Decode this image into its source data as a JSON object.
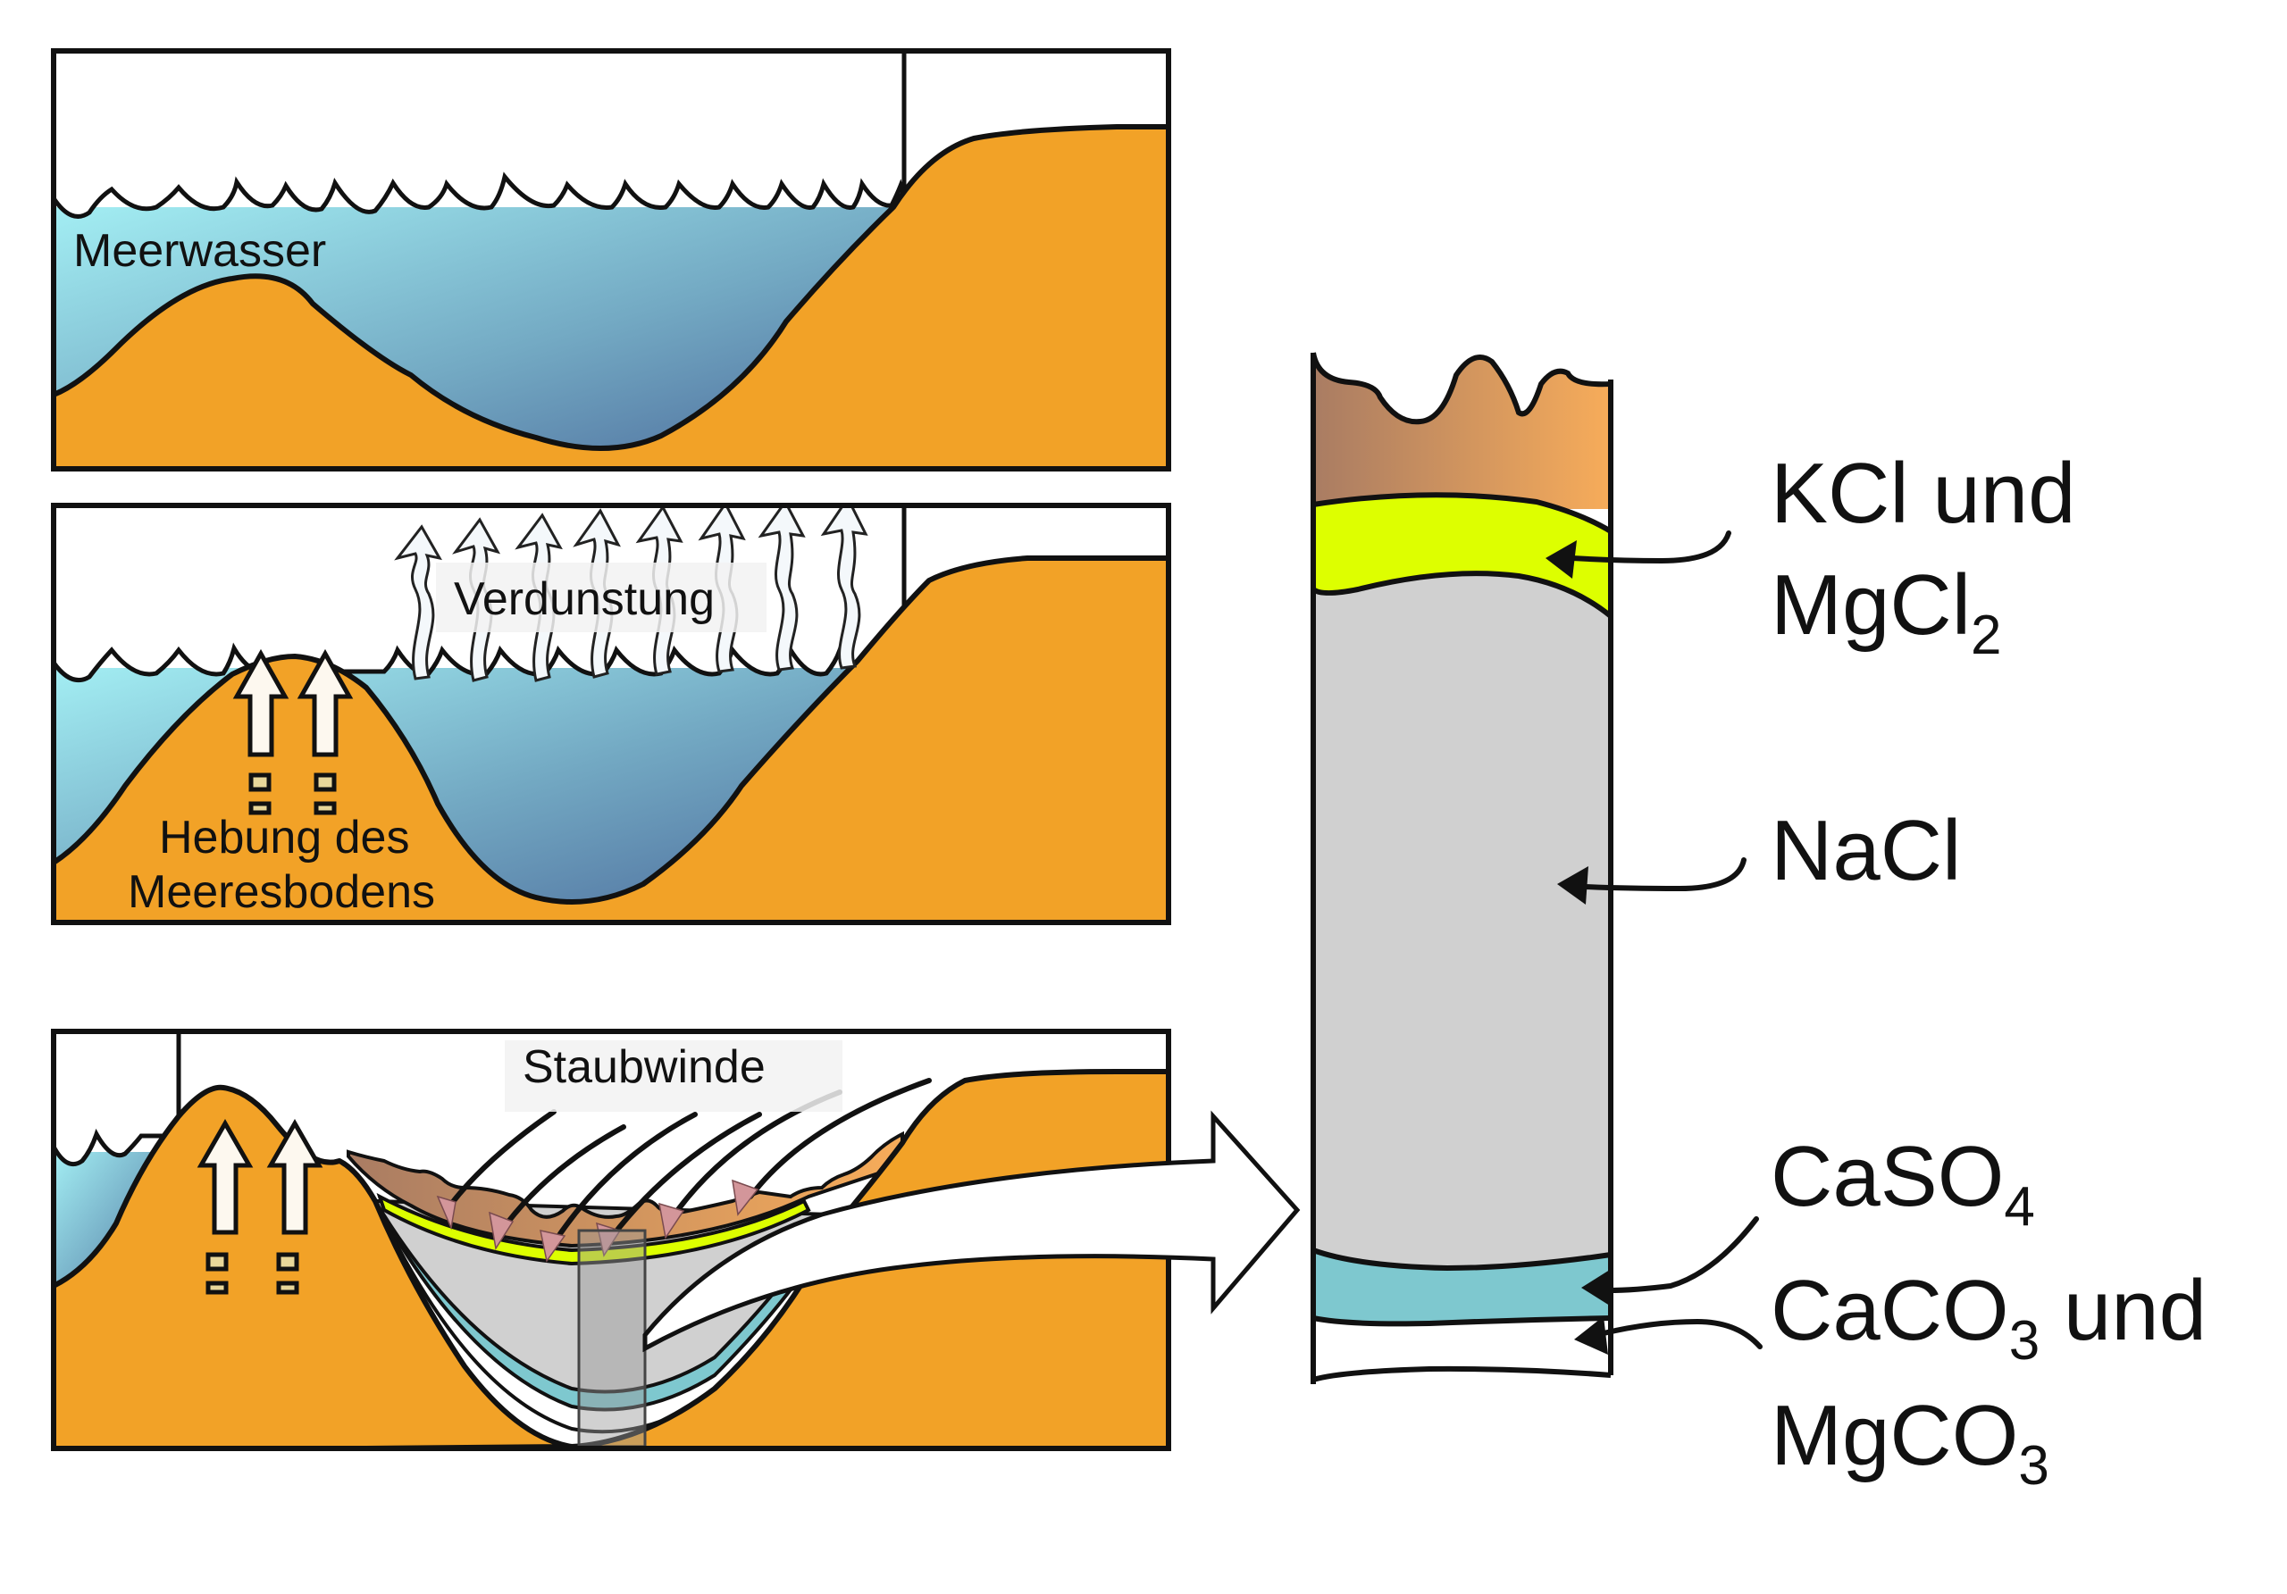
{
  "figure": {
    "title_hidden": "Entstehung von Salzlagerstätten",
    "panels": [
      {
        "id": "panel-1",
        "labels": {
          "water": "Meerwasser"
        }
      },
      {
        "id": "panel-2",
        "labels": {
          "evaporation": "Verdunstung",
          "uplift_line1": "Hebung des",
          "uplift_line2": "Meeresbodens"
        }
      },
      {
        "id": "panel-3",
        "labels": {
          "dust_winds": "Staubwinde"
        }
      }
    ],
    "column": {
      "layers_top_to_bottom": [
        {
          "name": "Deckschicht (Staub/Sediment)",
          "color_left": "#a97c63",
          "color_right": "#f7ac5a"
        },
        {
          "name": "KCl und MgCl2",
          "color": "#ddff00"
        },
        {
          "name": "NaCl",
          "color": "#d0d0d0"
        },
        {
          "name": "CaSO4",
          "color": "#7ec8cf"
        },
        {
          "name": "CaCO3 und MgCO3",
          "color": "#ffffff"
        }
      ],
      "labels": {
        "kcl_line1": "KCl und",
        "kcl_line2_main": "MgCl",
        "kcl_line2_sub": "2",
        "nacl": "NaCl",
        "caso4_main": "CaSO",
        "caso4_sub": "4",
        "caco3_main": "CaCO",
        "caco3_sub": "3",
        "caco3_suffix": " und",
        "mgco3_main": "MgCO",
        "mgco3_sub": "3"
      }
    },
    "colors": {
      "land": "#f2a227",
      "water_light": "#9ee6ee",
      "water_dark": "#4f6e9c",
      "salt_yellow": "#ddff00",
      "salt_gray": "#d0d0d0",
      "gypsum_teal": "#7ec8cf",
      "wind_arrowhead": "#d3969a"
    }
  }
}
